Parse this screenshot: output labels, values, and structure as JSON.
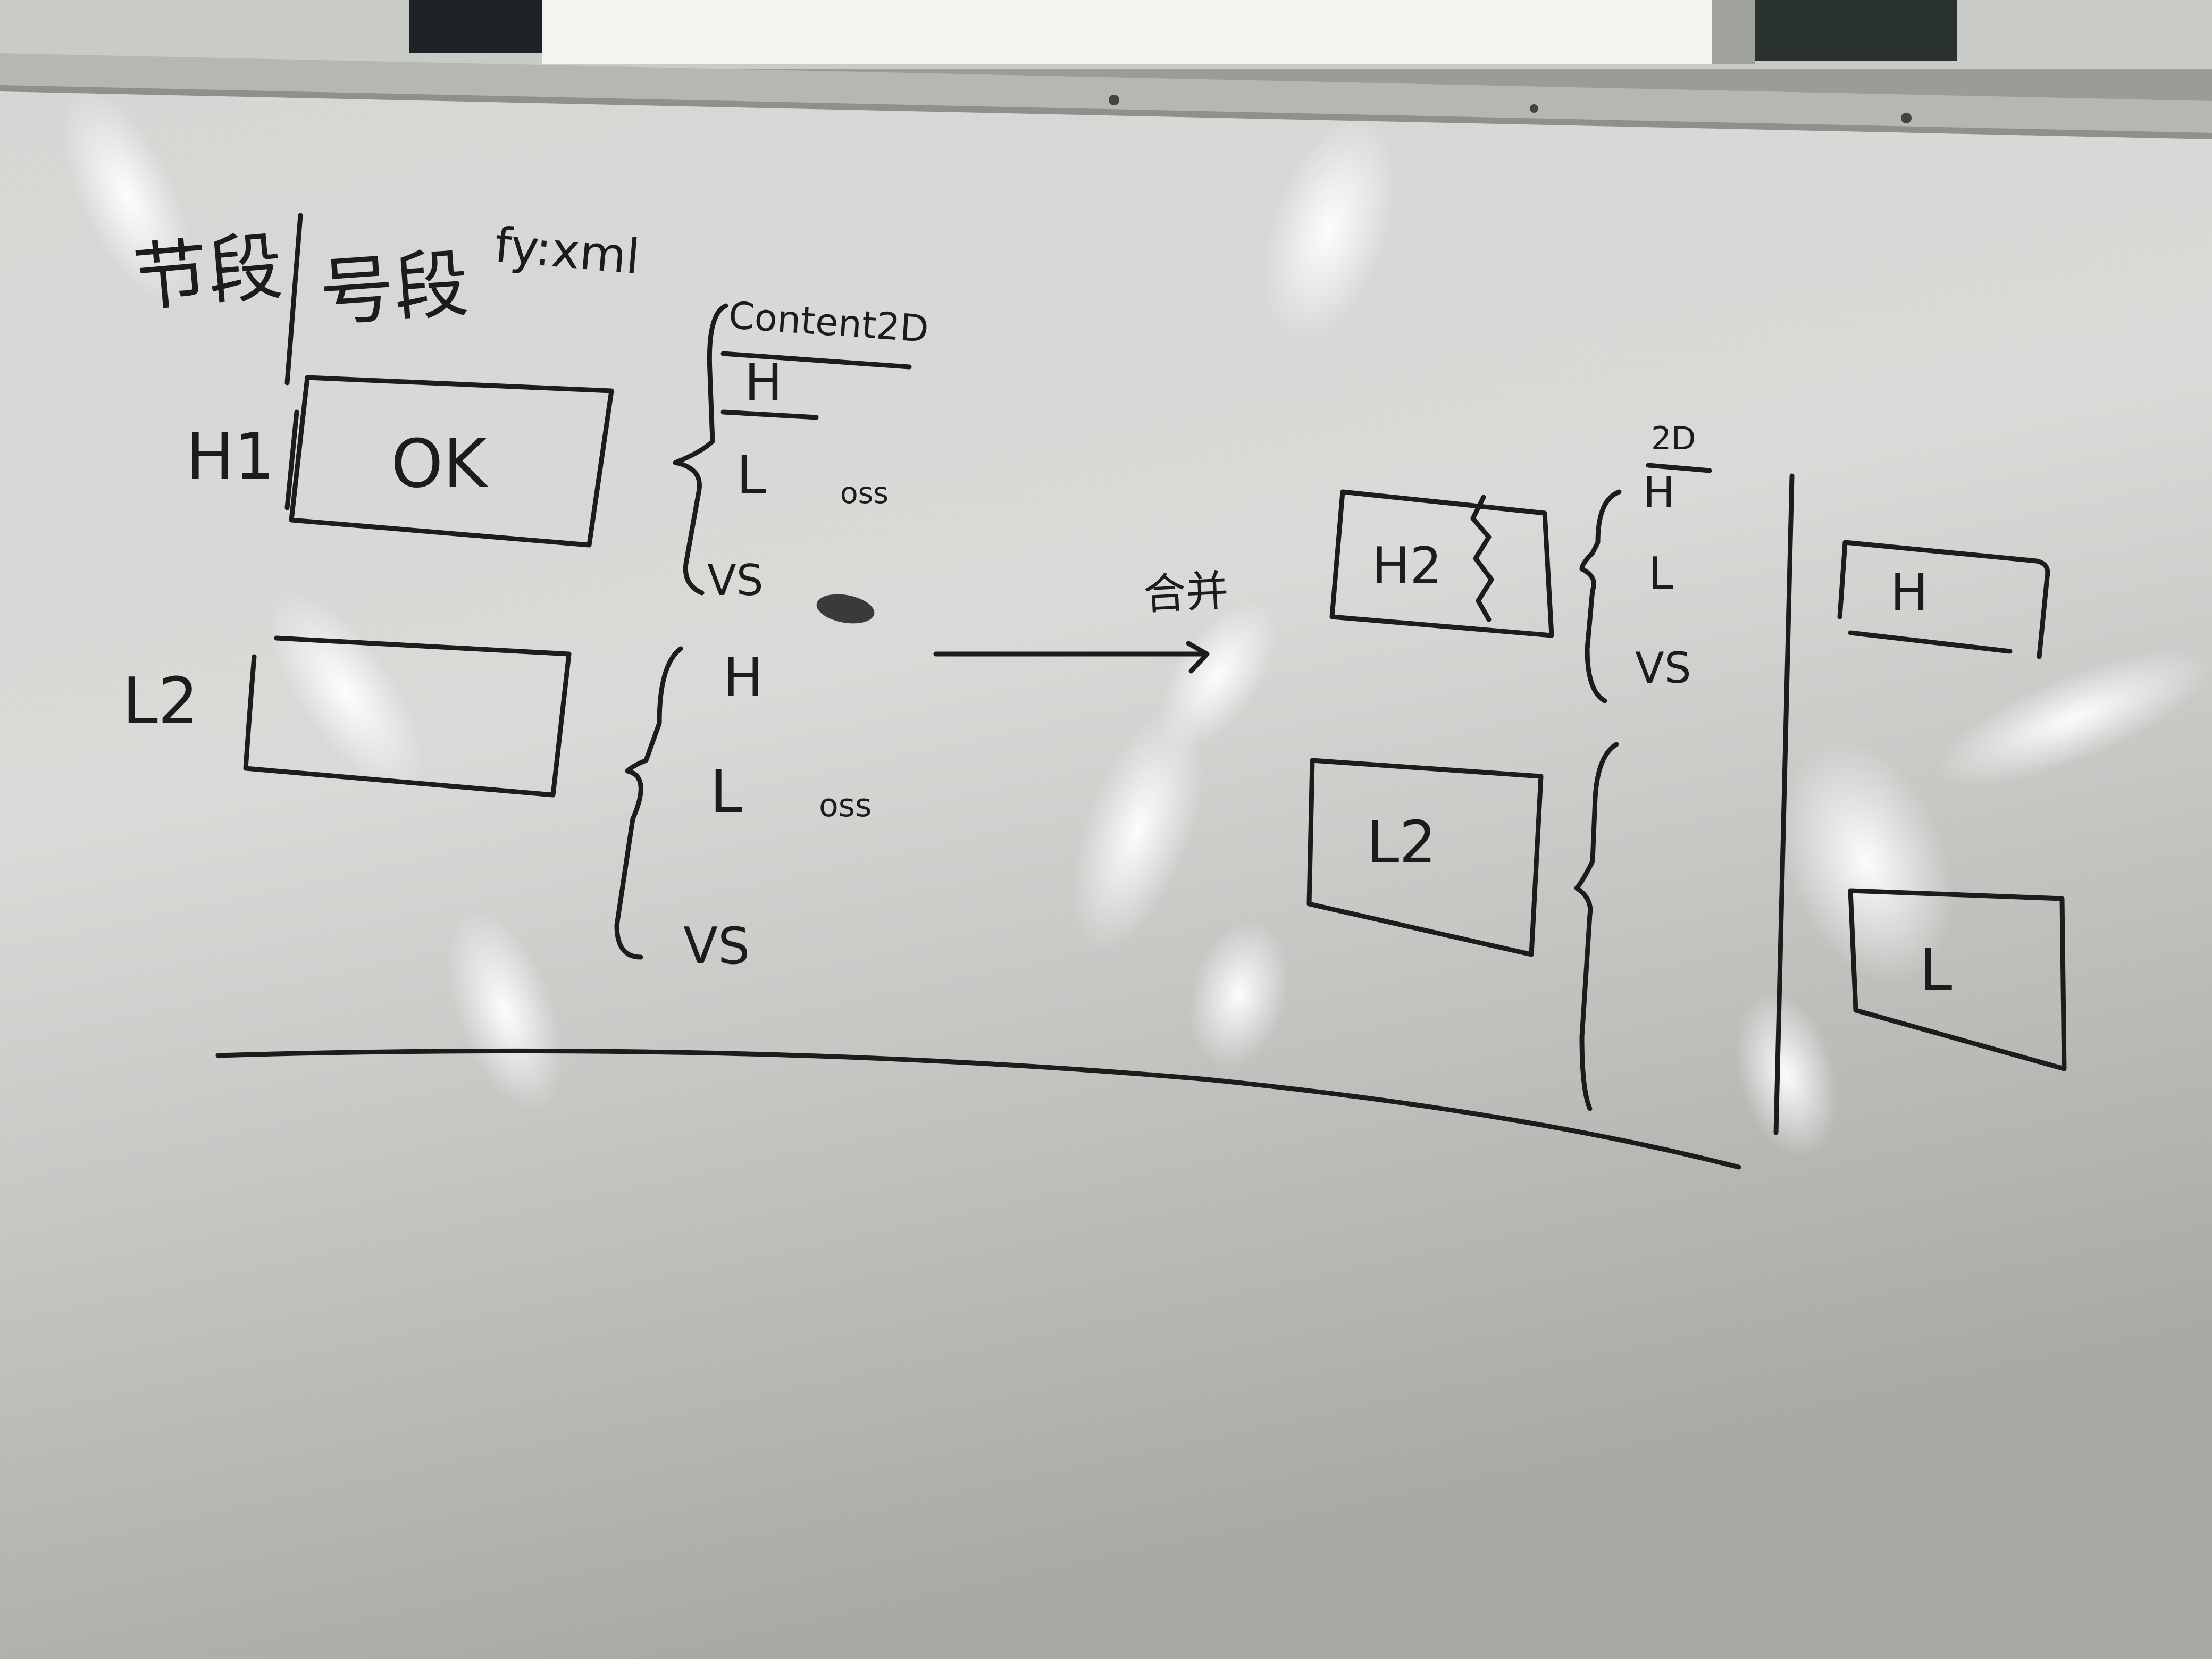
{
  "photo": {
    "subject": "whiteboard",
    "colors": {
      "board": "#dadbd8",
      "ink": "#1c1c1c",
      "frame": "#b7b9b6",
      "window": "#f4f4ee"
    }
  },
  "left_diagram": {
    "header_left": "节段",
    "header_right": "号段",
    "header_note": "fy:xml",
    "top_box": {
      "side_label": "H1",
      "text": "OK"
    },
    "top_list": {
      "heading": "Content2D",
      "items": [
        "H",
        "L",
        "VS"
      ],
      "note": "oss"
    },
    "bottom_box": {
      "side_label": "L2",
      "text": ""
    },
    "bottom_list": {
      "items": [
        "H",
        "L",
        "VS"
      ],
      "note": "oss"
    }
  },
  "arrow_label": "合并",
  "right_diagram": {
    "box_h2": "H2",
    "list": {
      "heading": "2D",
      "items": [
        "H",
        "L",
        "VS"
      ]
    },
    "box_l2": "L2"
  },
  "far_right": {
    "box_top": "H",
    "box_bottom": "L"
  }
}
